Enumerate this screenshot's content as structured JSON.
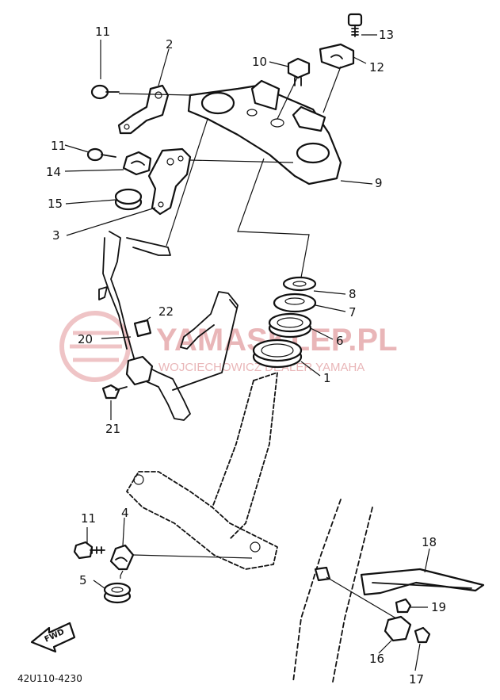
{
  "diagram": {
    "callouts": {
      "c1": "1",
      "c2": "2",
      "c3": "3",
      "c4": "4",
      "c5": "5",
      "c6": "6",
      "c7": "7",
      "c8": "8",
      "c9": "9",
      "c10": "10",
      "c11a": "11",
      "c11b": "11",
      "c11c": "11",
      "c12": "12",
      "c13": "13",
      "c14": "14",
      "c15": "15",
      "c16": "16",
      "c17": "17",
      "c18": "18",
      "c19": "19",
      "c20": "20",
      "c21": "21",
      "c22": "22"
    },
    "direction_label": "FWD",
    "diagram_code": "42U110-4230"
  },
  "watermark": {
    "brand": "YAMASKLEP.PL",
    "subtitle": "WOJCIECHOWICZ DEALER YAMAHA",
    "color": "#e9b6b8"
  }
}
